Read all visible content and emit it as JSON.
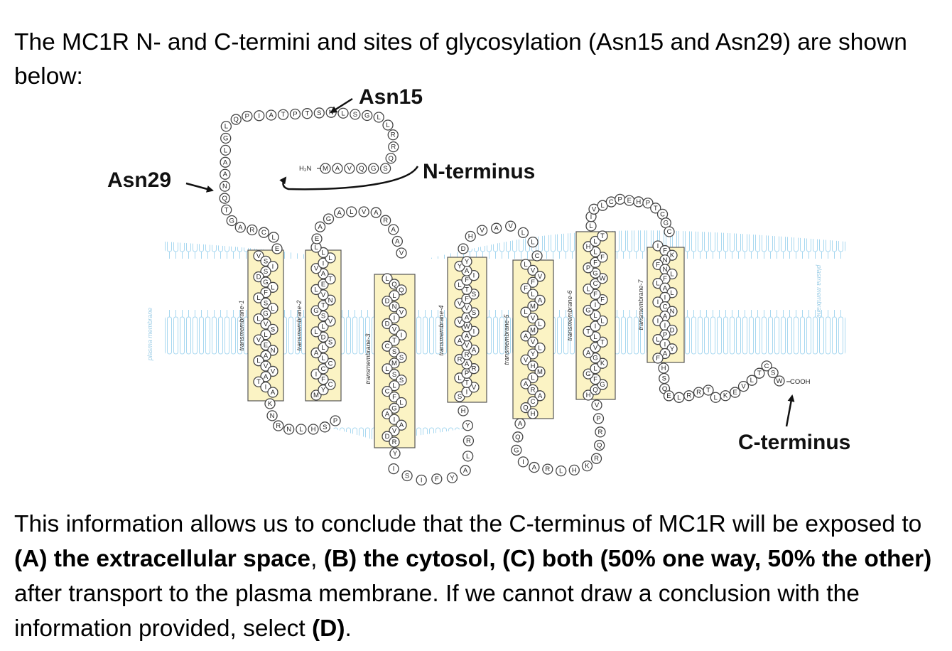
{
  "intro_text": "The MC1R N- and C-termini and sites of glycosylation (Asn15 and Asn29) are shown below:",
  "diagram": {
    "callouts": {
      "asn15": "Asn15",
      "asn29": "Asn29",
      "n_terminus": "N-terminus",
      "c_terminus": "C-terminus"
    },
    "termini": {
      "n_end": "H₂N",
      "c_end": "COOH"
    },
    "membrane_label": "plasma membrane",
    "helix_labels": [
      "transmembrane-1",
      "transmembrane-2",
      "transmembrane-3",
      "transmembrane-4",
      "transmembrane-5",
      "transmembrane-6",
      "transmembrane-7"
    ],
    "n_terminal_tail": [
      "M",
      "A",
      "V",
      "Q",
      "G",
      "S",
      "Q",
      "R",
      "R",
      "L",
      "L",
      "G",
      "S",
      "L",
      "N",
      "S",
      "T",
      "P",
      "T",
      "A",
      "I",
      "P",
      "Q",
      "L",
      "G",
      "L",
      "A",
      "A",
      "N",
      "Q",
      "T",
      "G",
      "A",
      "R",
      "C",
      "L",
      "E"
    ],
    "tm1": [
      "V",
      "S",
      "I",
      "S",
      "D",
      "G",
      "L",
      "F",
      "L",
      "S",
      "L",
      "G",
      "L",
      "V",
      "S",
      "L",
      "V",
      "E",
      "N",
      "A",
      "L",
      "V",
      "V",
      "A",
      "T",
      "I",
      "A",
      "K",
      "N",
      "R",
      "N",
      "L",
      "H",
      "S",
      "P"
    ],
    "tm2": [
      "M",
      "Y",
      "C",
      "F",
      "I",
      "C",
      "C",
      "L",
      "A",
      "L",
      "S",
      "D",
      "L",
      "L",
      "V",
      "S",
      "G",
      "T",
      "N",
      "V",
      "L",
      "E",
      "T",
      "A",
      "V",
      "I",
      "L",
      "L",
      "L",
      "E",
      "A",
      "G",
      "A",
      "L",
      "V",
      "A",
      "R",
      "A",
      "A",
      "V"
    ],
    "tm3": [
      "L",
      "Q",
      "Q",
      "L",
      "D",
      "N",
      "V",
      "I",
      "D",
      "V",
      "I",
      "T",
      "C",
      "S",
      "S",
      "M",
      "L",
      "S",
      "S",
      "L",
      "C",
      "F",
      "L",
      "G",
      "A",
      "I",
      "A",
      "V",
      "D",
      "R",
      "Y",
      "I",
      "S",
      "I",
      "F",
      "Y",
      "A",
      "L",
      "R",
      "Y",
      "H"
    ],
    "tm4": [
      "S",
      "I",
      "V",
      "T",
      "L",
      "P",
      "R",
      "A",
      "R",
      "R",
      "A",
      "V",
      "A",
      "A",
      "I",
      "W",
      "V",
      "A",
      "S",
      "V",
      "V",
      "F",
      "S",
      "T",
      "L",
      "F",
      "I",
      "A",
      "Y",
      "Y",
      "D",
      "H",
      "V",
      "A",
      "V",
      "L",
      "L",
      "C"
    ],
    "tm5": [
      "L",
      "V",
      "V",
      "F",
      "F",
      "L",
      "A",
      "M",
      "L",
      "V",
      "L",
      "M",
      "A",
      "V",
      "L",
      "Y",
      "V",
      "H",
      "M",
      "L",
      "A",
      "R",
      "A",
      "C",
      "Q",
      "H",
      "A",
      "Q",
      "G",
      "I",
      "A",
      "R",
      "L",
      "H",
      "K",
      "R",
      "Q",
      "R",
      "P",
      "V"
    ],
    "tm6": [
      "H",
      "Q",
      "G",
      "F",
      "G",
      "L",
      "K",
      "G",
      "A",
      "V",
      "T",
      "L",
      "T",
      "I",
      "L",
      "L",
      "G",
      "I",
      "F",
      "F",
      "L",
      "C",
      "W",
      "G",
      "P",
      "F",
      "F",
      "L",
      "H",
      "L",
      "T",
      "L",
      "I",
      "V",
      "L",
      "C",
      "P",
      "E",
      "H",
      "P",
      "T",
      "C",
      "G",
      "C"
    ],
    "tm7": [
      "I",
      "F",
      "K",
      "N",
      "F",
      "N",
      "L",
      "F",
      "L",
      "A",
      "L",
      "I",
      "I",
      "C",
      "N",
      "A",
      "I",
      "I",
      "D",
      "P",
      "L",
      "I",
      "Y",
      "A",
      "F",
      "H",
      "S",
      "Q",
      "E",
      "L",
      "R",
      "R",
      "T",
      "L",
      "K",
      "E",
      "V",
      "L",
      "T",
      "C",
      "S",
      "W"
    ]
  },
  "question": {
    "part1": "This information allows us to conclude that the C-terminus of MC1R will be exposed to ",
    "option_a": "(A) the extracellular space",
    "sep1": ", ",
    "option_b": "(B) the cytosol, (C) both (50% one way, 50% the other)",
    "part2": " after transport to the plasma membrane. If we cannot draw a conclusion with the information provided, select ",
    "option_d": "(D)",
    "end": "."
  }
}
